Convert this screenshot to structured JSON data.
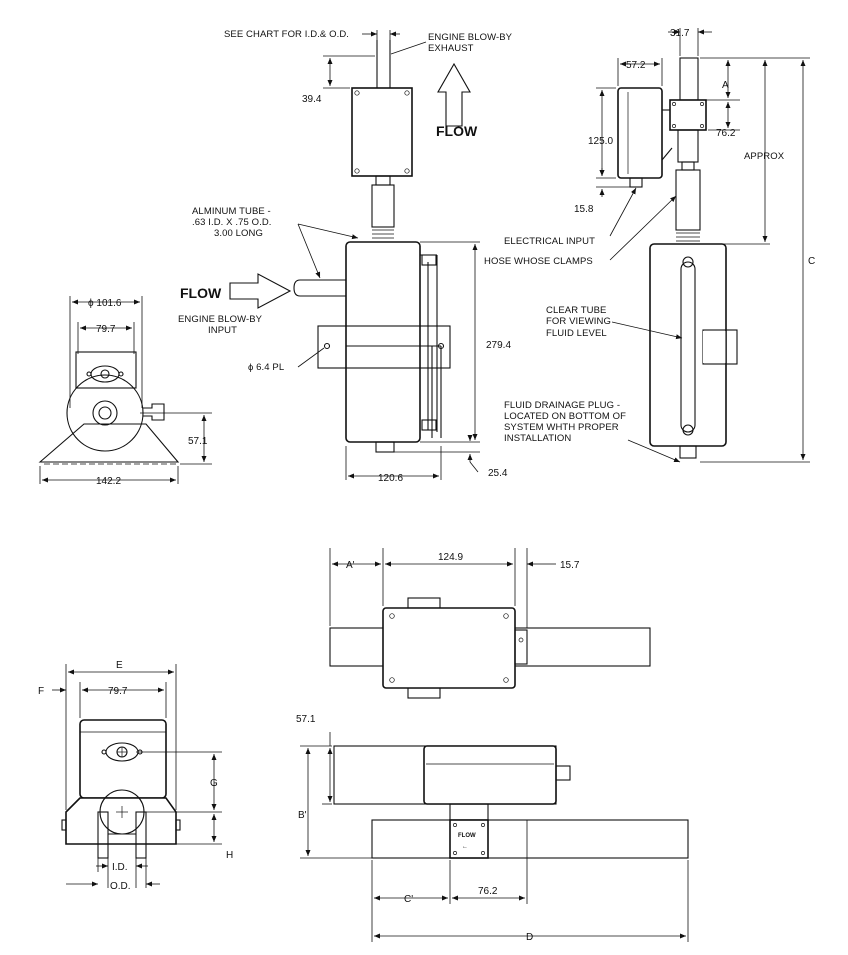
{
  "notes": {
    "see_chart": "SEE CHART FOR I.D.& O.D.",
    "exhaust_line1": "ENGINE BLOW-BY",
    "exhaust_line2": "EXHAUST",
    "flow": "FLOW",
    "tube_line1": "ALMINUM TUBE -",
    "tube_line2": ".63 I.D. X .75 O.D.",
    "tube_line3": "3.00 LONG",
    "input_line1": "ENGINE BLOW-BY",
    "input_line2": "INPUT",
    "mount_hole": "ϕ 6.4 PL",
    "electrical_input": "ELECTRICAL INPUT",
    "hose_clamps": "HOSE WHOSE CLAMPS",
    "clear_tube_line1": "CLEAR TUBE",
    "clear_tube_line2": "FOR VIEWING",
    "clear_tube_line3": "FLUID LEVEL",
    "drain_line1": "FLUID DRAINAGE PLUG -",
    "drain_line2": "LOCATED ON BOTTOM OF",
    "drain_line3": "SYSTEM WHTH PROPER",
    "drain_line4": "INSTALLATION",
    "approx": "APPROX",
    "decal_top": "FLOW",
    "decal_bottom": "←"
  },
  "dimensions": {
    "d_39_4": "39.4",
    "d_279_4": "279.4",
    "d_120_6": "120.6",
    "d_25_4": "25.4",
    "d_31_7": "31.7",
    "d_57_2": "57.2",
    "d_125_0": "125.0",
    "d_15_8": "15.8",
    "d_76_2_side": "76.2",
    "d_A": "A",
    "d_C": "C",
    "d_101_6": "ϕ 101.6",
    "d_79_7_top": "79.7",
    "d_57_1_end": "57.1",
    "d_142_2": "142.2",
    "d_A_prime": "A'",
    "d_124_9": "124.9",
    "d_15_7": "15.7",
    "d_57_1_plan": "57.1",
    "d_B_prime": "B'",
    "d_C_prime": "C'",
    "d_76_2_plan": "76.2",
    "d_D": "D",
    "d_E": "E",
    "d_F": "F",
    "d_79_7_bottom": "79.7",
    "d_G": "G",
    "d_H": "H",
    "d_ID": "I.D.",
    "d_OD": "O.D."
  },
  "icons": {
    "flow_arrow_up": "flow-arrow-up-icon",
    "flow_arrow_right": "flow-arrow-right-icon"
  }
}
